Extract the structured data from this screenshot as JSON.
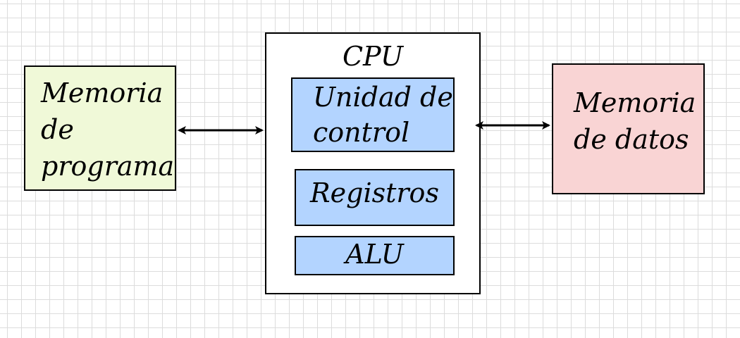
{
  "program_memory": {
    "lines": [
      "Memoria",
      "de",
      "programa"
    ],
    "fill": "#f0f9d8"
  },
  "cpu": {
    "title": "CPU",
    "control_unit": {
      "lines": [
        "Unidad de",
        "control"
      ]
    },
    "registers": {
      "label": "Registros"
    },
    "alu": {
      "label": "ALU"
    },
    "block_fill": "#b3d4ff"
  },
  "data_memory": {
    "lines": [
      "Memoria",
      "de datos"
    ],
    "fill": "#f9d4d4"
  },
  "connections": [
    {
      "from": "program_memory",
      "to": "cpu",
      "direction": "bidirectional"
    },
    {
      "from": "cpu",
      "to": "data_memory",
      "direction": "bidirectional"
    }
  ],
  "background": {
    "grid": true,
    "grid_color": "#dcdcdc"
  }
}
